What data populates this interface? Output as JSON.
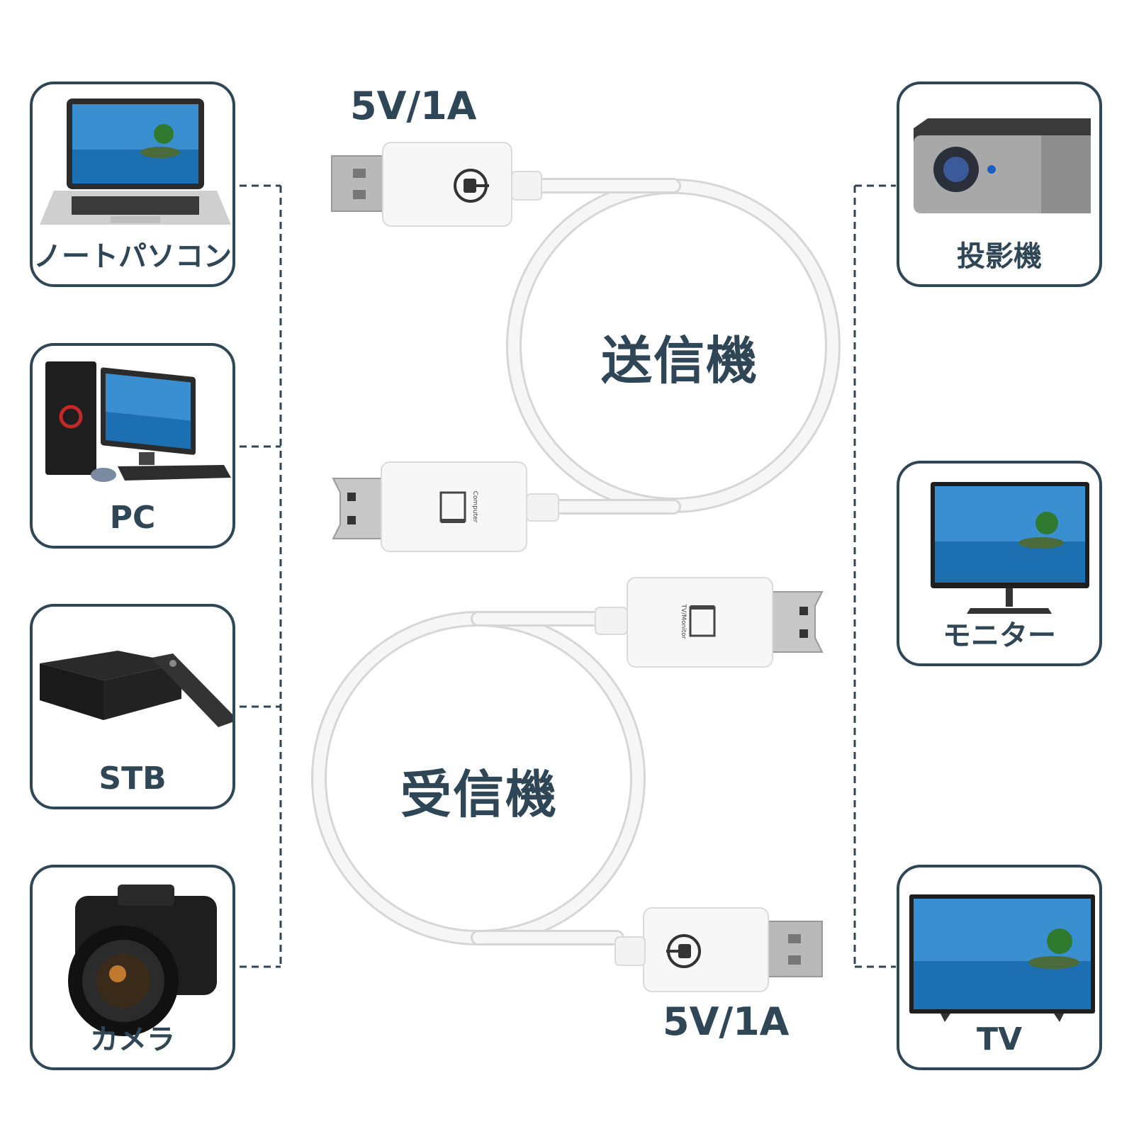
{
  "left_devices": [
    {
      "label": "ノートパソコン",
      "icon": "laptop-icon"
    },
    {
      "label": "PC",
      "icon": "desktop-pc-icon"
    },
    {
      "label": "STB",
      "icon": "set-top-box-icon"
    },
    {
      "label": "カメラ",
      "icon": "camera-icon"
    }
  ],
  "right_devices": [
    {
      "label": "投影機",
      "icon": "projector-icon"
    },
    {
      "label": "モニター",
      "icon": "monitor-icon"
    },
    {
      "label": "TV",
      "icon": "tv-icon"
    }
  ],
  "transmitter": {
    "label": "送信機",
    "power": "5V/1A",
    "port_label": "Computer"
  },
  "receiver": {
    "label": "受信機",
    "power": "5V/1A",
    "port_label": "TV/Monitor"
  },
  "colors": {
    "accent": "#2f4656",
    "cable": "#f4f4f4",
    "dashed_line": "#2f4656"
  }
}
